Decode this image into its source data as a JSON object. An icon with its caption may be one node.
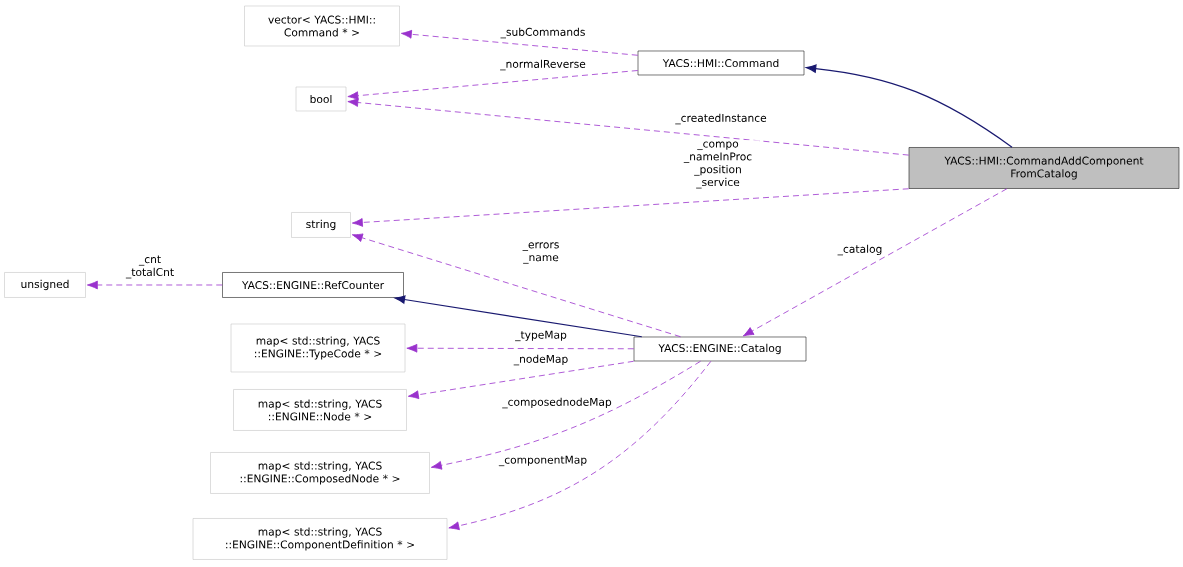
{
  "diagram": {
    "nodes": [
      {
        "text": [
          "vector< YACS::HMI:: Command * >"
        ]
      },
      {
        "text": [
          "YACS::HMI::Command"
        ]
      },
      {
        "text": [
          "bool"
        ]
      },
      {
        "text": [
          "YACS::HMI::CommandAddComponent FromCatalog"
        ]
      },
      {
        "text": [
          "string"
        ]
      },
      {
        "text": [
          "unsigned"
        ]
      },
      {
        "text": [
          "YACS::ENGINE::RefCounter"
        ]
      },
      {
        "text": [
          "map< std::string, YACS ::ENGINE::TypeCode * >"
        ]
      },
      {
        "text": [
          "YACS::ENGINE::Catalog"
        ]
      },
      {
        "text": [
          "map< std::string, YACS ::ENGINE::Node * >"
        ]
      },
      {
        "text": [
          "map< std::string, YACS ::ENGINE::ComposedNode * >"
        ]
      },
      {
        "text": [
          "map< std::string, YACS ::ENGINE::ComponentDefinition * >"
        ]
      }
    ],
    "edges": [
      {
        "from": 1,
        "to": 0,
        "arrow": "to",
        "label": "_subCommands",
        "style": "dashed"
      },
      {
        "from": 1,
        "to": 2,
        "arrow": "to",
        "label": "_normalReverse",
        "style": "dashed"
      },
      {
        "from": 3,
        "to": 1,
        "arrow": "to",
        "color": "#191970"
      },
      {
        "from": 3,
        "to": 2,
        "arrow": "to",
        "label": "_createdInstance",
        "style": "dashed"
      },
      {
        "from": 3,
        "to": 4,
        "arrow": "to",
        "label": "_compo _nameInProc _position _service",
        "style": "dashed"
      },
      {
        "from": 3,
        "to": 8,
        "arrow": "to",
        "label": "_catalog",
        "style": "dashed"
      },
      {
        "from": 6,
        "to": 5,
        "arrow": "to",
        "label": "_cnt _totalCnt",
        "style": "dashed"
      },
      {
        "from": 8,
        "to": 6,
        "arrow": "to",
        "color": "#191970"
      },
      {
        "from": 8,
        "to": 4,
        "arrow": "to",
        "label": "_errors _name",
        "style": "dashed"
      },
      {
        "from": 8,
        "to": 7,
        "arrow": "to",
        "label": "_typeMap",
        "style": "dashed"
      },
      {
        "from": 8,
        "to": 9,
        "arrow": "to",
        "label": "_nodeMap",
        "style": "dashed"
      },
      {
        "from": 8,
        "to": 10,
        "arrow": "to",
        "label": "_composednodeMap",
        "style": "dashed"
      },
      {
        "from": 8,
        "to": 11,
        "arrow": "to",
        "label": "_componentMap",
        "style": "dashed"
      }
    ]
  }
}
